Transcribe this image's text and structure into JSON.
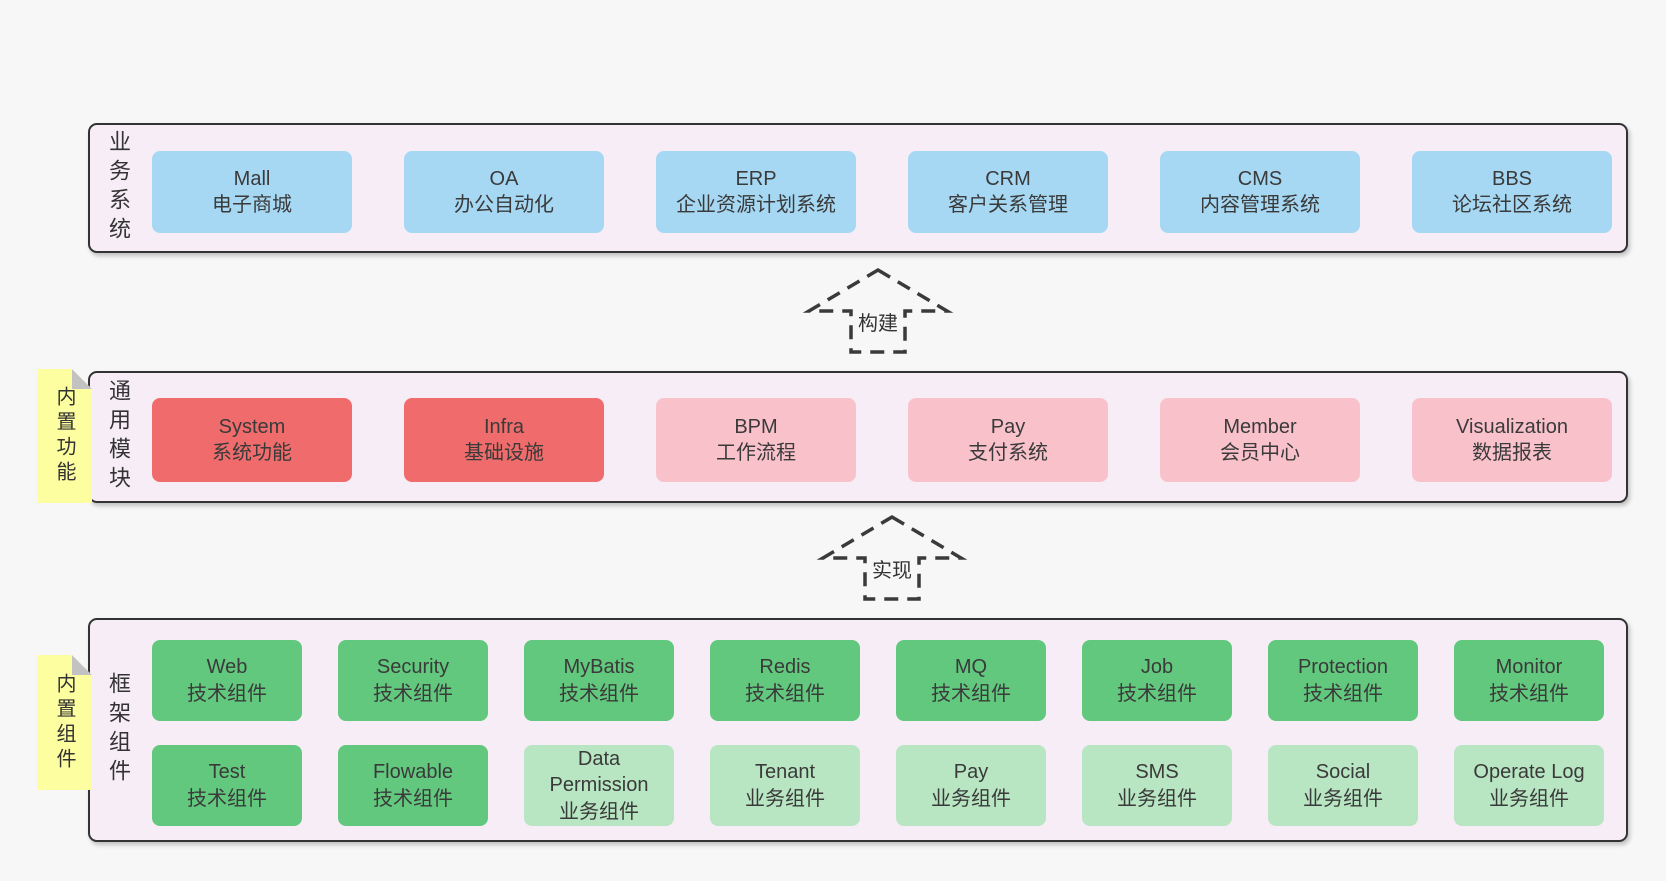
{
  "diagram": {
    "colors": {
      "background": "#f7f7f7",
      "container_fill": "#f7edf6",
      "outline": "#333333",
      "blue": "#a6d8f3",
      "red": "#f06c6c",
      "pink": "#f9c2cb",
      "green_dark": "#62c87e",
      "green_light": "#b8e5c2",
      "note_fill": "#fdfe9f"
    },
    "layers": [
      {
        "name": "business-systems",
        "label": "业务系统",
        "note": null,
        "rows": [
          [
            {
              "title": "Mall",
              "subtitle": "电子商城",
              "variant": "blue"
            },
            {
              "title": "OA",
              "subtitle": "办公自动化",
              "variant": "blue"
            },
            {
              "title": "ERP",
              "subtitle": "企业资源计划系统",
              "variant": "blue"
            },
            {
              "title": "CRM",
              "subtitle": "客户关系管理",
              "variant": "blue"
            },
            {
              "title": "CMS",
              "subtitle": "内容管理系统",
              "variant": "blue"
            },
            {
              "title": "BBS",
              "subtitle": "论坛社区系统",
              "variant": "blue"
            }
          ]
        ]
      },
      {
        "name": "common-modules",
        "label": "通用模块",
        "note": "内置功能",
        "rows": [
          [
            {
              "title": "System",
              "subtitle": "系统功能",
              "variant": "red"
            },
            {
              "title": "Infra",
              "subtitle": "基础设施",
              "variant": "red"
            },
            {
              "title": "BPM",
              "subtitle": "工作流程",
              "variant": "pink"
            },
            {
              "title": "Pay",
              "subtitle": "支付系统",
              "variant": "pink"
            },
            {
              "title": "Member",
              "subtitle": "会员中心",
              "variant": "pink"
            },
            {
              "title": "Visualization",
              "subtitle": "数据报表",
              "variant": "pink"
            }
          ]
        ]
      },
      {
        "name": "framework-components",
        "label": "框架组件",
        "note": "内置组件",
        "rows": [
          [
            {
              "title": "Web",
              "subtitle": "技术组件",
              "variant": "green-dark"
            },
            {
              "title": "Security",
              "subtitle": "技术组件",
              "variant": "green-dark"
            },
            {
              "title": "MyBatis",
              "subtitle": "技术组件",
              "variant": "green-dark"
            },
            {
              "title": "Redis",
              "subtitle": "技术组件",
              "variant": "green-dark"
            },
            {
              "title": "MQ",
              "subtitle": "技术组件",
              "variant": "green-dark"
            },
            {
              "title": "Job",
              "subtitle": "技术组件",
              "variant": "green-dark"
            },
            {
              "title": "Protection",
              "subtitle": "技术组件",
              "variant": "green-dark"
            },
            {
              "title": "Monitor",
              "subtitle": "技术组件",
              "variant": "green-dark"
            }
          ],
          [
            {
              "title": "Test",
              "subtitle": "技术组件",
              "variant": "green-dark"
            },
            {
              "title": "Flowable",
              "subtitle": "技术组件",
              "variant": "green-dark"
            },
            {
              "title": "Data Permission",
              "subtitle": "业务组件",
              "variant": "green-light"
            },
            {
              "title": "Tenant",
              "subtitle": "业务组件",
              "variant": "green-light"
            },
            {
              "title": "Pay",
              "subtitle": "业务组件",
              "variant": "green-light"
            },
            {
              "title": "SMS",
              "subtitle": "业务组件",
              "variant": "green-light"
            },
            {
              "title": "Social",
              "subtitle": "业务组件",
              "variant": "green-light"
            },
            {
              "title": "Operate Log",
              "subtitle": "业务组件",
              "variant": "green-light"
            }
          ]
        ]
      }
    ],
    "arrows": [
      {
        "name": "build-arrow",
        "label": "构建"
      },
      {
        "name": "implement-arrow",
        "label": "实现"
      }
    ]
  }
}
